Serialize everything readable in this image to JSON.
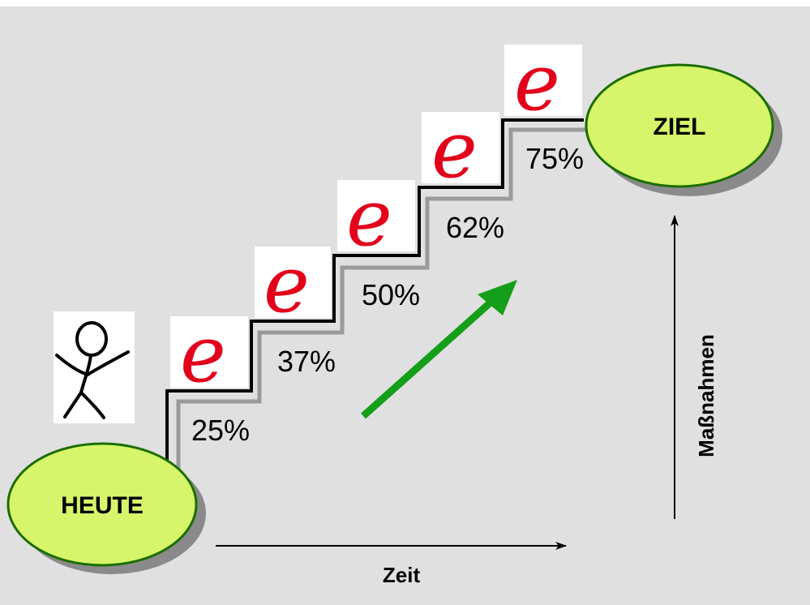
{
  "diagram": {
    "start_label": "HEUTE",
    "goal_label": "ZIEL",
    "time_axis_label": "Zeit",
    "measures_axis_label": "Maßnahmen",
    "steps": [
      {
        "percent": "25%",
        "icon": "e-logo-icon"
      },
      {
        "percent": "37%",
        "icon": "e-logo-icon"
      },
      {
        "percent": "50%",
        "icon": "e-logo-icon"
      },
      {
        "percent": "62%",
        "icon": "e-logo-icon"
      },
      {
        "percent": "75%",
        "icon": "e-logo-icon"
      }
    ],
    "step_icon_letter": "e",
    "person_icon": "stick-figure-icon",
    "colors": {
      "background": "#e0e0e0",
      "ellipse_fill": "#d6f56a",
      "ellipse_stroke": "#1a6e00",
      "ellipse_shadow": "#8a8a8a",
      "stair_line": "#000000",
      "stair_shadow": "#9a9a9a",
      "logo_red": "#e2001a",
      "progress_arrow": "#159e1a"
    }
  }
}
